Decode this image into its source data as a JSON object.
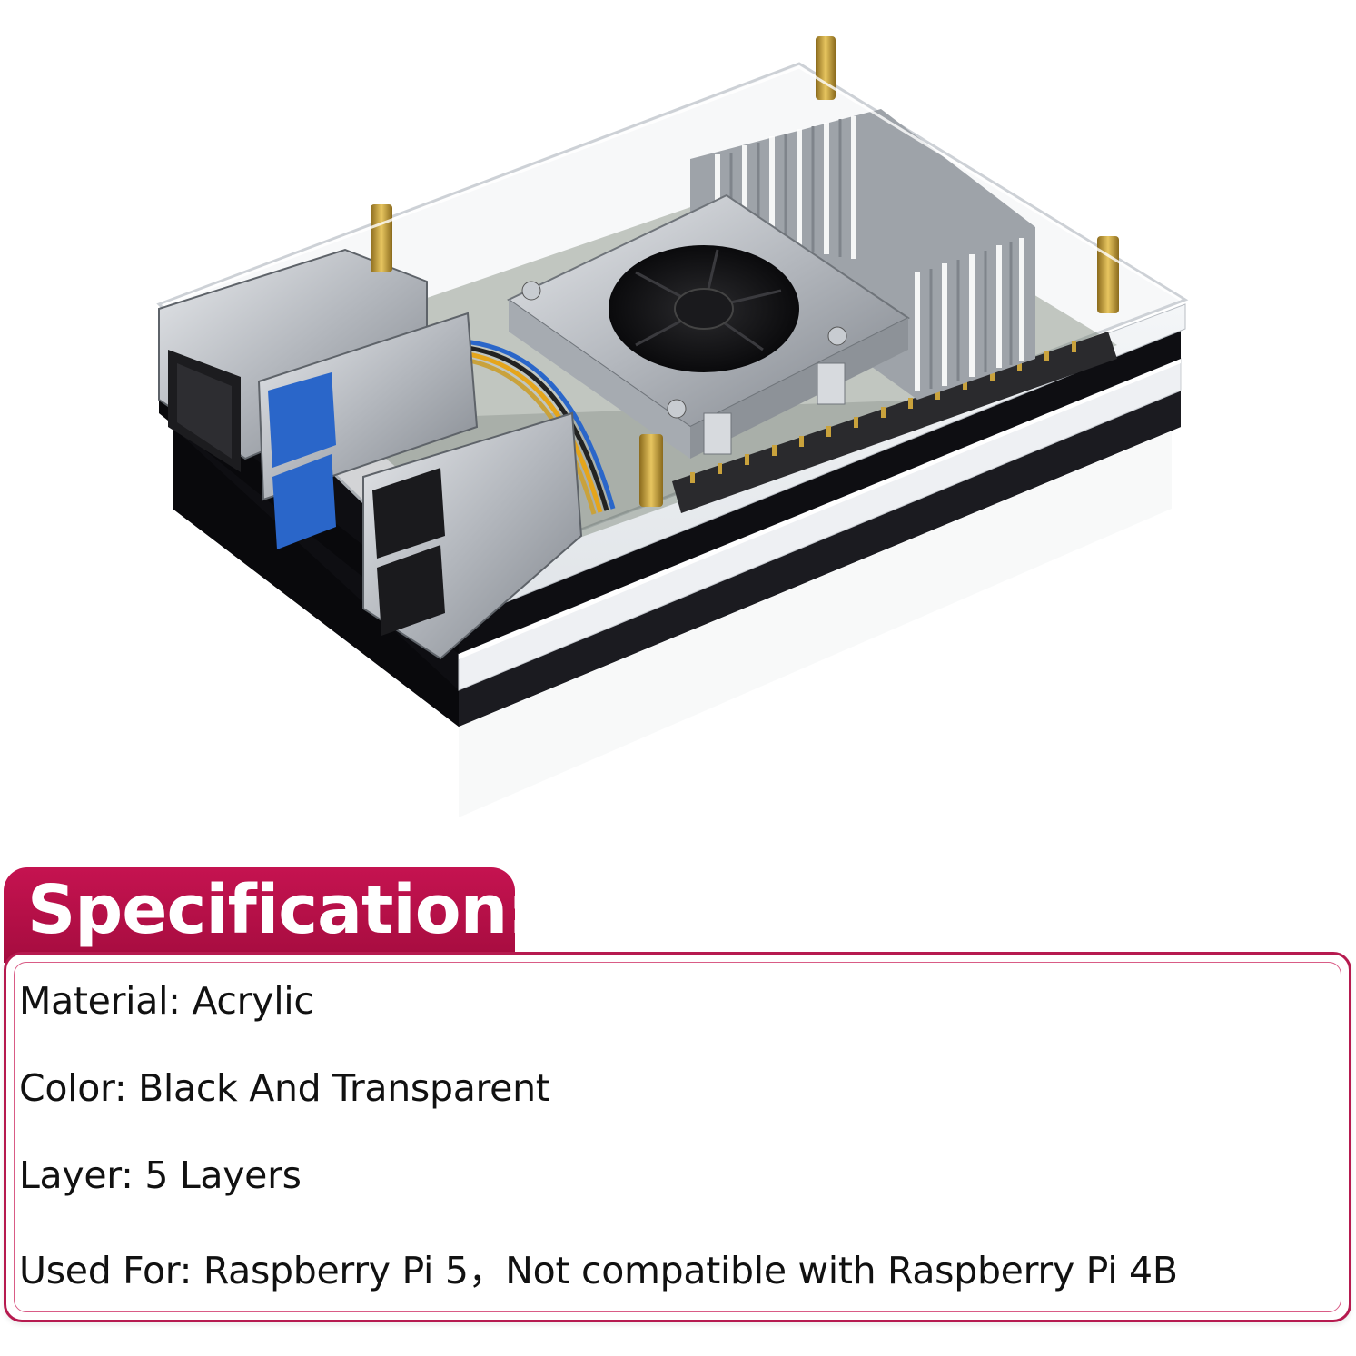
{
  "figure": {
    "subject": "product-photo",
    "colors": {
      "accent": "#b0124a",
      "acrylic_black": "#0e0e12",
      "metal": "#b8bcc2",
      "usb_blue": "#2a66c9",
      "brass": "#c9a23c"
    }
  },
  "spec": {
    "title": "Specification:",
    "lines": [
      "Material: Acrylic",
      "Color: Black And Transparent",
      "Layer: 5 Layers",
      "Used For: Raspberry Pi 5，Not compatible with Raspberry Pi 4B"
    ]
  }
}
